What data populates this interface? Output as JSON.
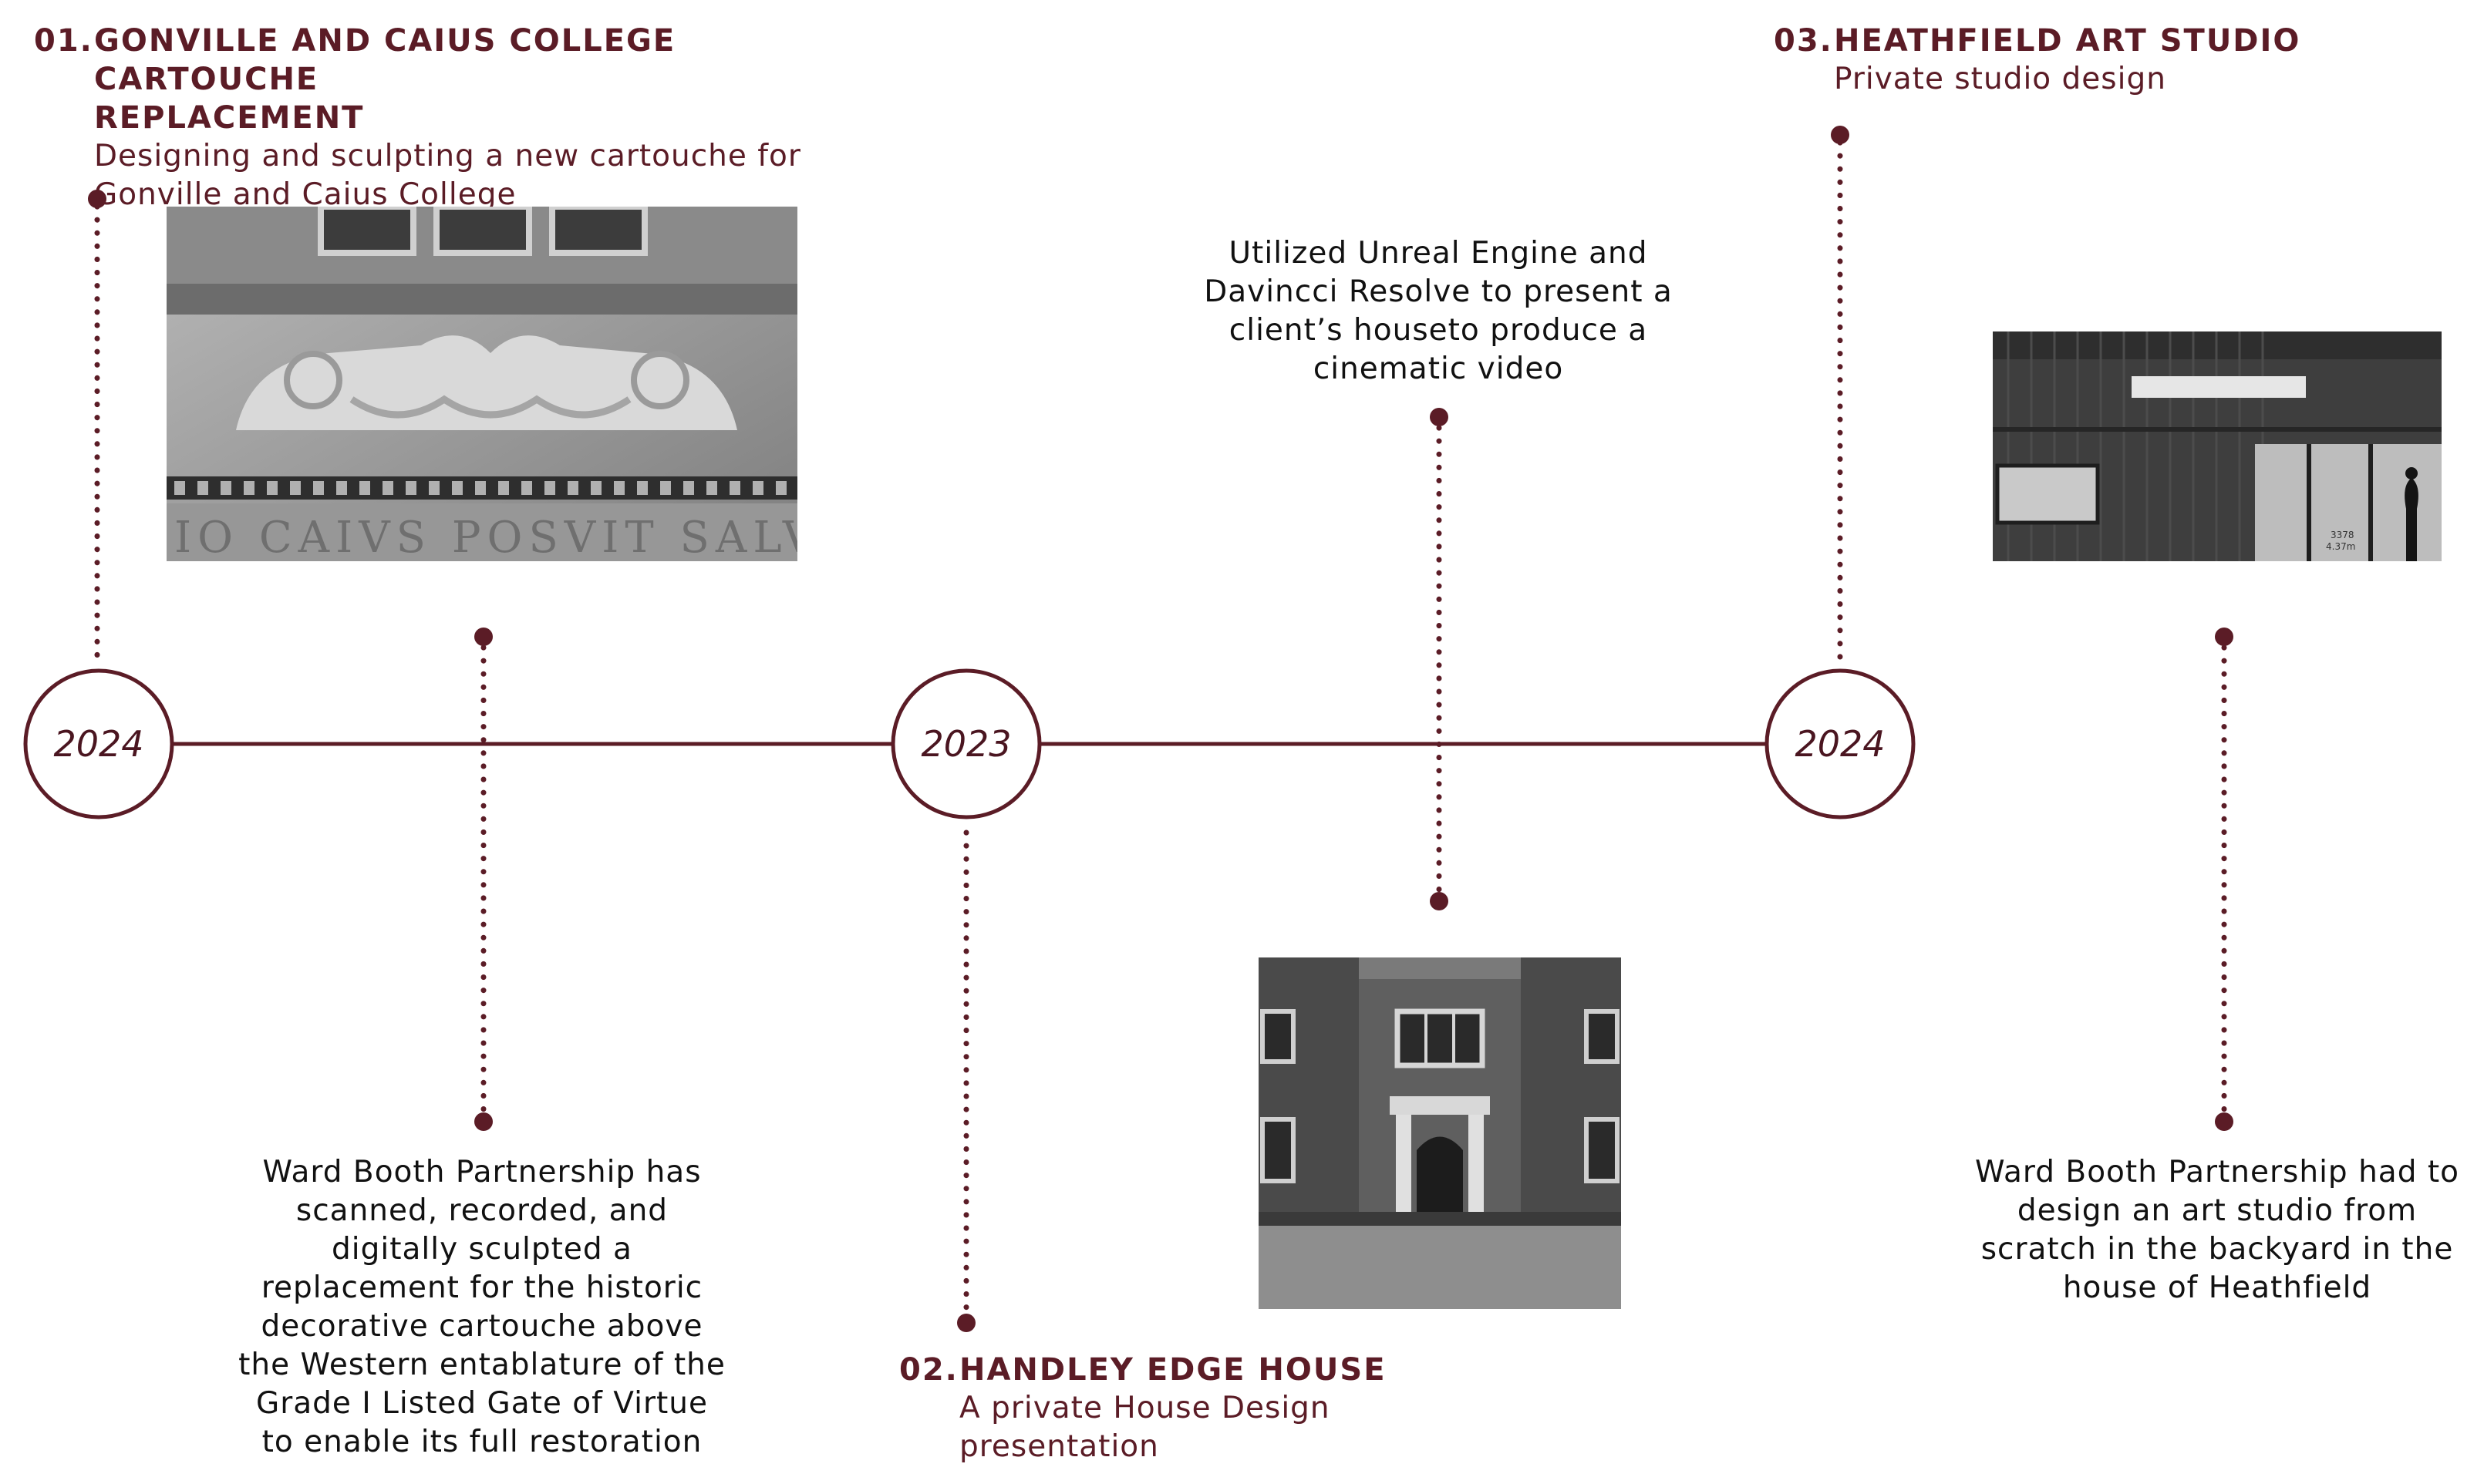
{
  "colors": {
    "accent": "#5b1c26",
    "text": "#111111"
  },
  "timeline": {
    "years": [
      "2024",
      "2023",
      "2024"
    ]
  },
  "projects": [
    {
      "number": "01.",
      "title_line1": "GONVILLE AND CAIUS COLLEGE CARTOUCHE",
      "title_line2": "REPLACEMENT",
      "subtitle_line1": "Designing and sculpting a new cartouche for",
      "subtitle_line2": "Gonville and Caius College",
      "image_text": "IO CAIVS POSVIT SALVTI",
      "description": [
        "Ward Booth Partnership has",
        "scanned, recorded, and",
        "digitally sculpted a",
        "replacement for the historic",
        "decorative cartouche above",
        "the Western entablature of the",
        "Grade I Listed Gate of Virtue",
        "to enable its full restoration"
      ]
    },
    {
      "number": "02.",
      "title_line1": "HANDLEY EDGE HOUSE",
      "subtitle_line1": "A private House Design",
      "subtitle_line2": "presentation",
      "description": [
        "Utilized Unreal Engine and",
        "Davincci Resolve to present a",
        "client’s houseto produce a",
        "cinematic video"
      ]
    },
    {
      "number": "03.",
      "title_line1": "HEATHFIELD ART STUDIO",
      "subtitle_line1": "Private studio design",
      "image_labels": [
        "3378",
        "4.37m"
      ],
      "description": [
        "Ward Booth Partnership had to",
        "design an art studio from",
        "scratch in the backyard in the",
        "house of Heathfield"
      ]
    }
  ]
}
